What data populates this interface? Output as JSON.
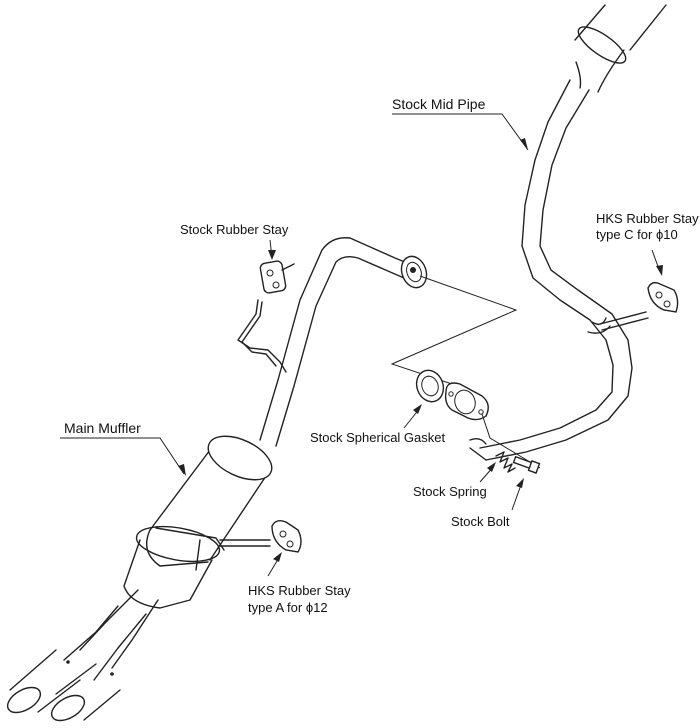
{
  "labels": {
    "stock_mid_pipe": "Stock Mid Pipe",
    "stock_rubber_stay": "Stock Rubber Stay",
    "hks_rubber_stay_c_line1": "HKS Rubber Stay",
    "hks_rubber_stay_c_line2": "type C for ϕ10",
    "main_muffler": "Main Muffler",
    "stock_spherical_gasket": "Stock Spherical Gasket",
    "stock_spring": "Stock Spring",
    "stock_bolt": "Stock Bolt",
    "hks_rubber_stay_a_line1": "HKS Rubber Stay",
    "hks_rubber_stay_a_line2": "type A for ϕ12"
  }
}
